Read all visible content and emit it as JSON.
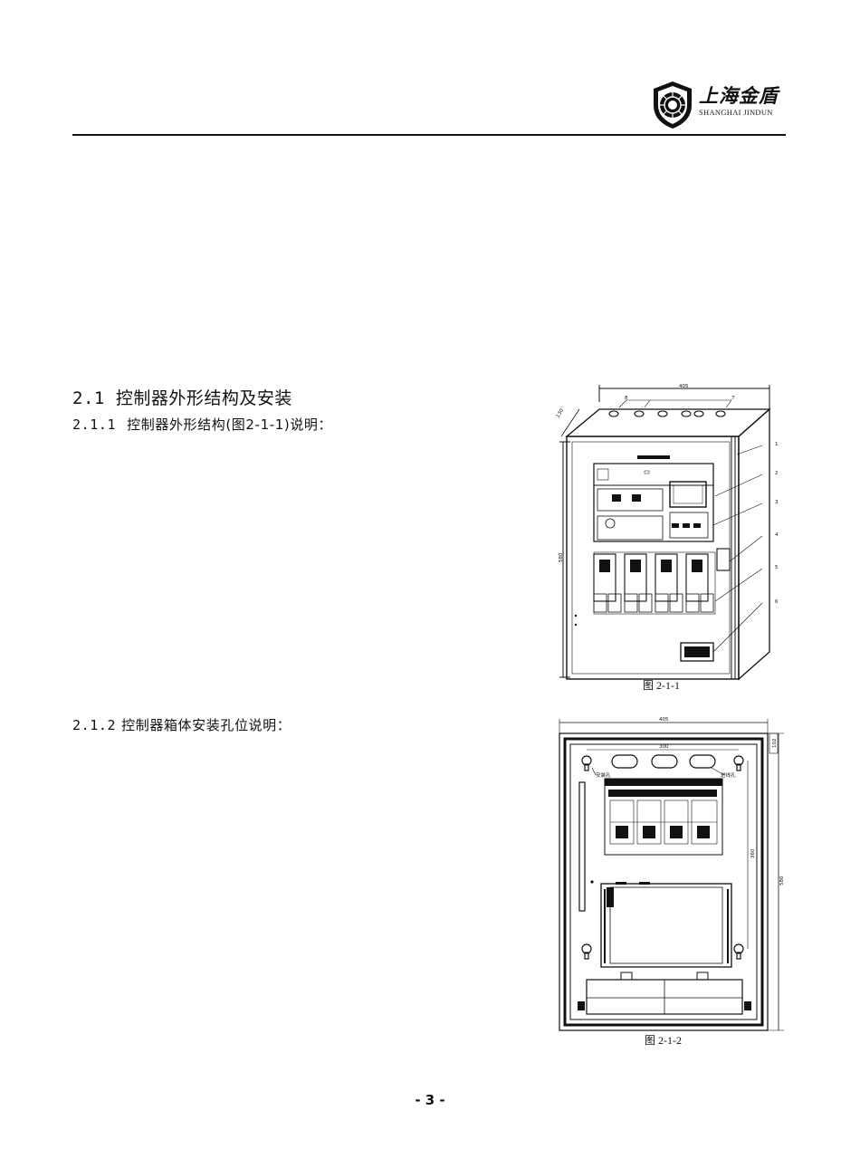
{
  "header": {
    "logo_cn": "上海金盾",
    "logo_en": "SHANGHAI  JINDUN"
  },
  "section": {
    "title_num": "2.1",
    "title": "控制器外形结构及安装",
    "sub1_num": "2.1.1",
    "sub1": "控制器外形结构(图2-1-1)说明：",
    "sub2_num": "2.1.2",
    "sub2": "控制器箱体安装孔位说明："
  },
  "figure1": {
    "caption": "图 2-1-1",
    "dim_width": "405",
    "dim_height": "580",
    "dim_depth": "130",
    "callouts": [
      "1",
      "2",
      "3",
      "4",
      "5",
      "6",
      "7",
      "8"
    ]
  },
  "figure2": {
    "caption": "图 2-1-2",
    "dim_width": "405",
    "dim_inner": "300",
    "dim_vertical": "360",
    "dim_height": "580",
    "dim_top": "102",
    "label_left": "安装孔",
    "label_right": "进线孔"
  },
  "page_number": "- 3 -"
}
